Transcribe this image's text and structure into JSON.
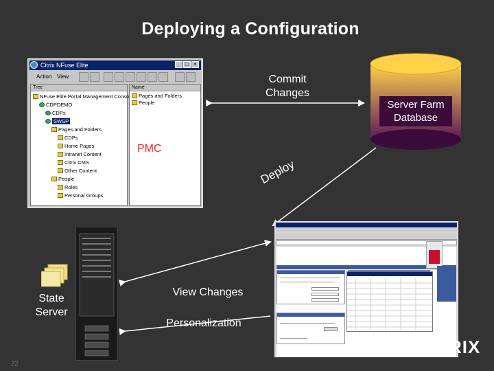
{
  "slide": {
    "title": "Deploying a Configuration",
    "page_number": "22",
    "footer_logo_text": "RIX"
  },
  "labels": {
    "commit_changes": "Commit\nChanges",
    "server_farm_database": "Server Farm\nDatabase",
    "pmc": "PMC",
    "deploy": "Deploy",
    "state_server": "State\nServer",
    "view_changes": "View Changes",
    "personalization": "Personalization"
  },
  "pmc_window": {
    "title": "Citrix NFuse Elite",
    "menu": [
      "Action",
      "View"
    ],
    "left_pane_header": "Tree",
    "right_pane_header": "Name",
    "right_items": [
      "Pages and Folders",
      "People"
    ],
    "tree": [
      {
        "label": "NFuse Elite Portal Management Console",
        "level": 0
      },
      {
        "label": "CDPDEMO",
        "level": 1
      },
      {
        "label": "CDPs",
        "level": 2
      },
      {
        "label": "SWSP",
        "level": 2,
        "selected": true
      },
      {
        "label": "Pages and Folders",
        "level": 3
      },
      {
        "label": "CDPs",
        "level": 4
      },
      {
        "label": "Home Pages",
        "level": 4
      },
      {
        "label": "Intranet Content",
        "level": 4
      },
      {
        "label": "Citrix CMS",
        "level": 4
      },
      {
        "label": "Other Content",
        "level": 4
      },
      {
        "label": "People",
        "level": 3
      },
      {
        "label": "Roles",
        "level": 4
      },
      {
        "label": "Personal Groups",
        "level": 4
      }
    ]
  },
  "colors": {
    "background": "#333333",
    "cylinder": "#ffd24a",
    "cylinder_shadow": "#3b0b3b",
    "pmc_label": "#ff2020"
  }
}
